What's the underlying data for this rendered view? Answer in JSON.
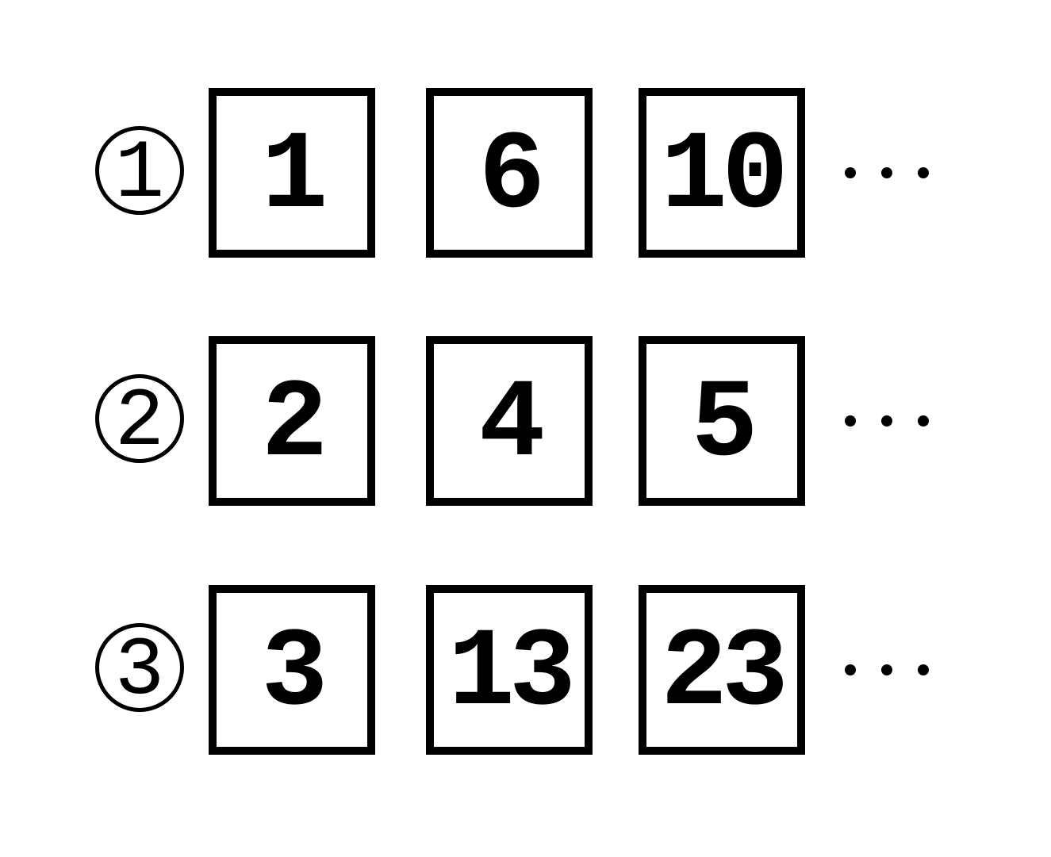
{
  "diagram": {
    "colors": {
      "line": "#000000",
      "background": "#ffffff"
    },
    "rows": [
      {
        "label_circled": "①",
        "label_digit": "1",
        "cells": [
          "1",
          "6",
          "10"
        ],
        "ellipsis": "⋯"
      },
      {
        "label_circled": "②",
        "label_digit": "2",
        "cells": [
          "2",
          "4",
          "5"
        ],
        "ellipsis": "⋯"
      },
      {
        "label_circled": "③",
        "label_digit": "3",
        "cells": [
          "3",
          "13",
          "23"
        ],
        "ellipsis": "⋯"
      }
    ]
  }
}
